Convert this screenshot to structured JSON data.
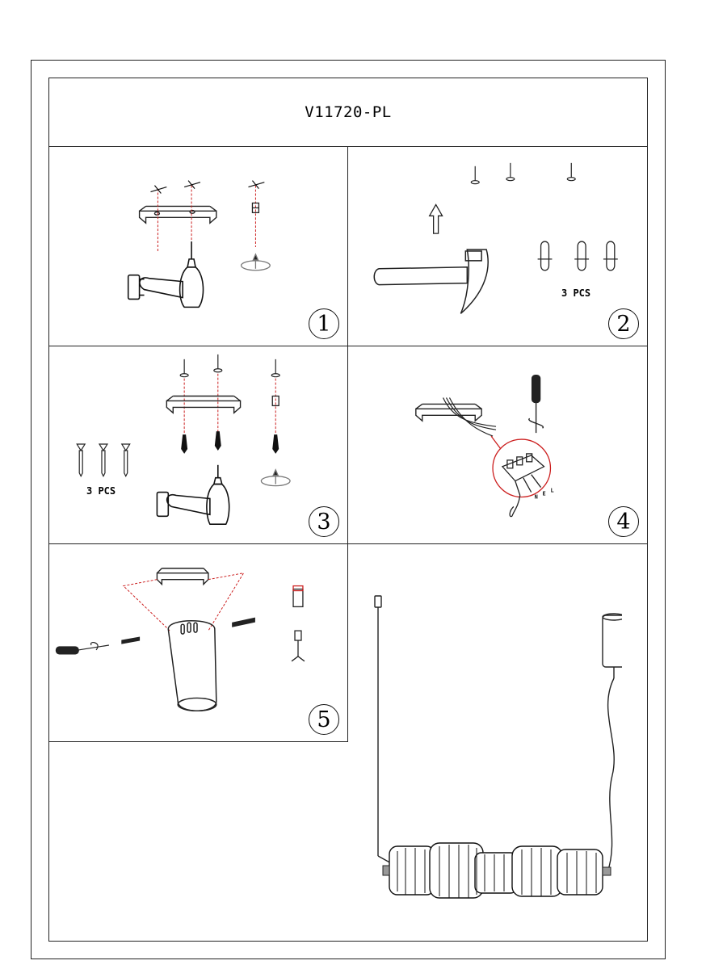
{
  "document": {
    "model_code": "V11720-PL"
  },
  "steps": [
    {
      "number": "1"
    },
    {
      "number": "2",
      "quantity_label": "3 PCS"
    },
    {
      "number": "3",
      "quantity_label": "3 PCS"
    },
    {
      "number": "4",
      "terminal_labels": [
        "N",
        "E",
        "L"
      ]
    },
    {
      "number": "5"
    }
  ],
  "icons": {
    "drill": "drill-icon",
    "hammer": "hammer-icon",
    "screwdriver": "screwdriver-icon",
    "bracket": "mounting-bracket-icon",
    "screw": "screw-icon",
    "wall_plug": "wall-plug-icon",
    "terminal_block": "terminal-block-icon",
    "canopy": "canopy-icon",
    "pendant": "pendant-lamp-icon"
  },
  "colors": {
    "line": "#222222",
    "guide_red": "#cc1f1f"
  }
}
